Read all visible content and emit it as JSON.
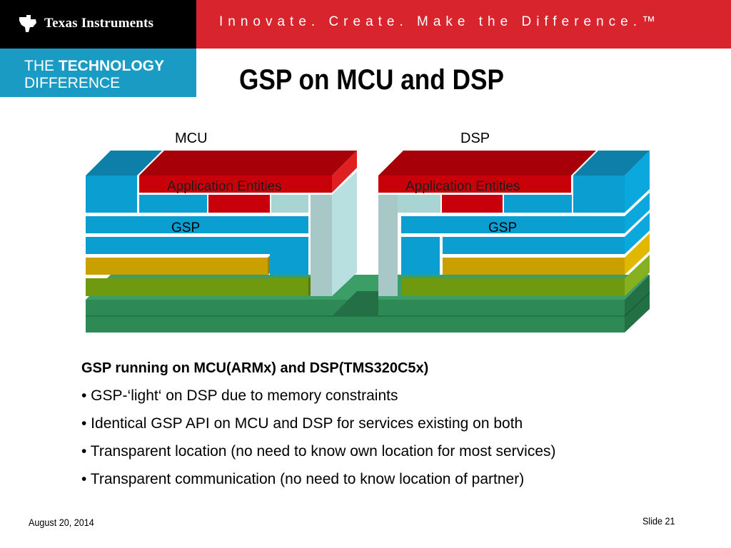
{
  "header": {
    "brand": "Texas Instruments",
    "tagline": "Innovate. Create. Make the Difference.™",
    "band_line1_a": "THE",
    "band_line1_b": "TECHNOLOGY",
    "band_line2": "DIFFERENCE",
    "colors": {
      "black": "#000000",
      "red": "#d7242d",
      "teal": "#1a9bc3"
    }
  },
  "title": "GSP on MCU and DSP",
  "diagram": {
    "mcu_label": "MCU",
    "dsp_label": "DSP",
    "app_label_mcu": "Application Entities",
    "app_label_dsp": "Application Entities",
    "gsp_label_mcu": "GSP",
    "gsp_label_dsp": "GSP",
    "colors": {
      "blue": "#0a9fd0",
      "red": "#c8000a",
      "gold": "#c8a000",
      "olive": "#6f9a10",
      "green": "#2d8a55",
      "pale": "#a8d4d4"
    }
  },
  "body": {
    "intro": "GSP running on MCU(ARMx) and DSP(TMS320C5x)",
    "bullets": [
      "• GSP-‘light‘ on DSP due to memory constraints",
      "• Identical GSP API on MCU and DSP for services existing on both",
      "• Transparent location (no need to know own location for most services)",
      "• Transparent communication (no need to know location of partner)"
    ]
  },
  "footer": {
    "date": "August 20, 2014",
    "slide": "Slide 21"
  }
}
